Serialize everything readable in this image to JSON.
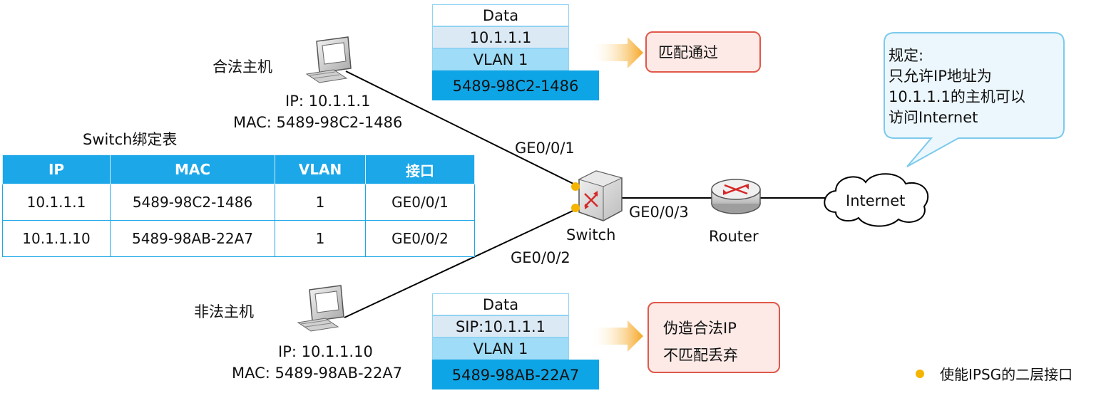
{
  "legal_host": {
    "label": "合法主机",
    "ip": "IP: 10.1.1.1",
    "mac": "MAC: 5489-98C2-1486"
  },
  "illegal_host": {
    "label": "非法主机",
    "ip": "IP: 10.1.1.10",
    "mac": "MAC: 5489-98AB-22A7"
  },
  "ports": {
    "p1": "GE0/0/1",
    "p2": "GE0/0/2",
    "p3": "GE0/0/3"
  },
  "switch_label": "Switch",
  "router_label": "Router",
  "internet_label": "Internet",
  "packet_top": {
    "data": "Data",
    "ip": "10.1.1.1",
    "vlan": "VLAN 1",
    "mac": "5489-98C2-1486"
  },
  "packet_bottom": {
    "data": "Data",
    "ip": "SIP:10.1.1.1",
    "vlan": "VLAN 1",
    "mac": "5489-98AB-22A7"
  },
  "result_top": "匹配通过",
  "result_bottom": {
    "line1": "伪造合法IP",
    "line2": "不匹配丢弃"
  },
  "callout": {
    "line1": "规定:",
    "line2": "只允许IP地址为",
    "line3": "10.1.1.1的主机可以",
    "line4": "访问Internet"
  },
  "binding_table": {
    "title": "Switch绑定表",
    "headers": [
      "IP",
      "MAC",
      "VLAN",
      "接口"
    ],
    "rows": [
      [
        "10.1.1.1",
        "5489-98C2-1486",
        "1",
        "GE0/0/1"
      ],
      [
        "10.1.1.10",
        "5489-98AB-22A7",
        "1",
        "GE0/0/2"
      ]
    ]
  },
  "legend": {
    "text": "使能IPSG的二层接口",
    "dot_color": "#f5b400"
  },
  "colors": {
    "table_header": "#1ba7e8",
    "result_border": "#e0584a",
    "arrow": "#f5a623"
  }
}
